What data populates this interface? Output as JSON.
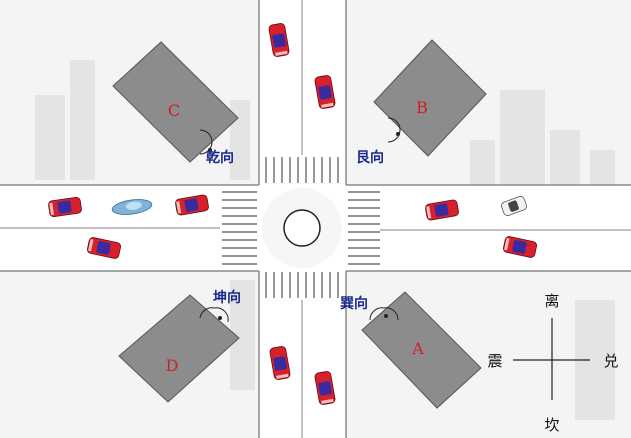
{
  "colors": {
    "background": "#f4f4f4",
    "skyline": "#e4e4e4",
    "road": "#ffffff",
    "road_edge": "#8a8a8a",
    "building": "#8c8c8c",
    "building_edge": "#555555",
    "building_label": "#d22020",
    "direction_label": "#1a2a8a",
    "car_body": "#d8202a",
    "car_cabin": "#3a2aa0",
    "car_silver": "#7fb4d8",
    "car_white": "#f0f0f0"
  },
  "buildings": [
    {
      "id": "C",
      "label": "C"
    },
    {
      "id": "B",
      "label": "B"
    },
    {
      "id": "D",
      "label": "D"
    },
    {
      "id": "A",
      "label": "A"
    }
  ],
  "direction_labels": {
    "northwest": "乾向",
    "northeast": "艮向",
    "southwest": "坤向",
    "southeast": "巽向"
  },
  "compass": {
    "north": "离",
    "south": "坎",
    "west": "震",
    "east": "兑"
  },
  "cars": [
    {
      "id": "car-1",
      "color": "red"
    },
    {
      "id": "car-2",
      "color": "red"
    },
    {
      "id": "car-3",
      "color": "red"
    },
    {
      "id": "car-4",
      "color": "silver"
    },
    {
      "id": "car-5",
      "color": "red"
    },
    {
      "id": "car-6",
      "color": "red"
    },
    {
      "id": "car-7",
      "color": "red"
    },
    {
      "id": "car-8",
      "color": "white"
    },
    {
      "id": "car-9",
      "color": "red"
    },
    {
      "id": "car-10",
      "color": "red"
    },
    {
      "id": "car-11",
      "color": "red"
    }
  ]
}
